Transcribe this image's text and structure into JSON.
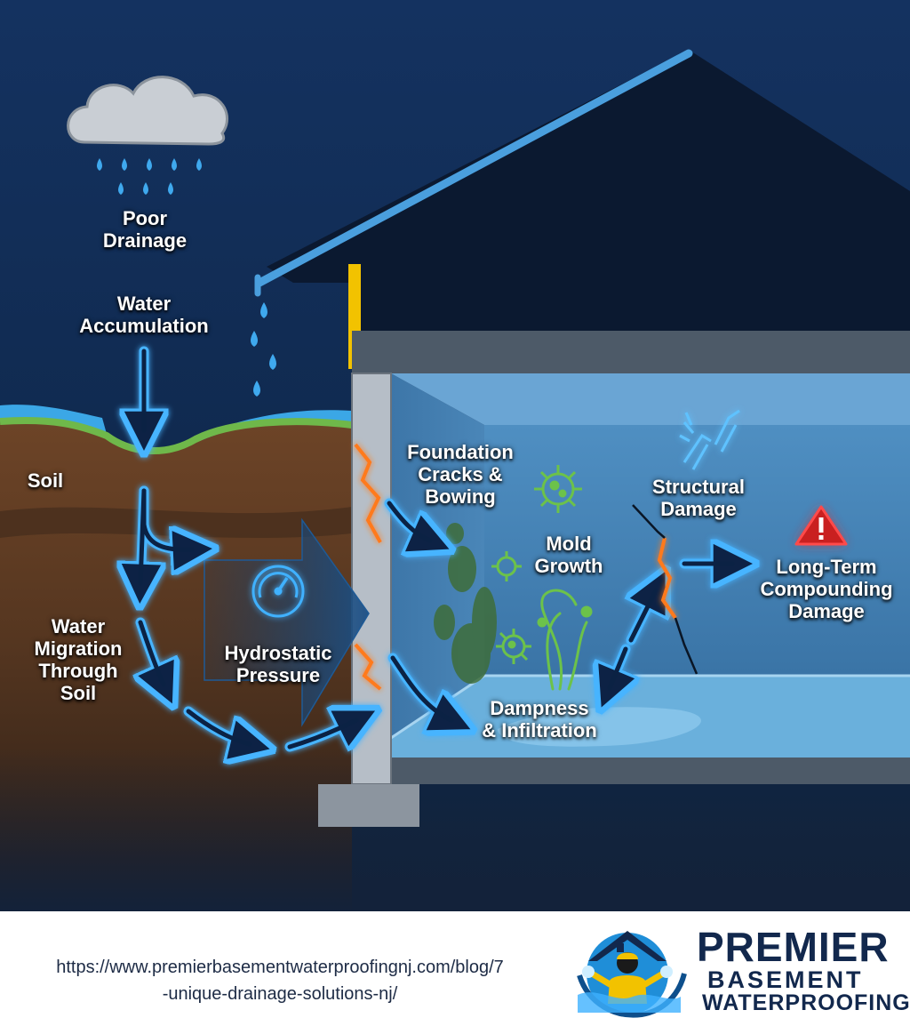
{
  "diagram": {
    "labels": {
      "poor_drainage": [
        "Poor",
        "Drainage"
      ],
      "water_accumulation": [
        "Water",
        "Accumulation"
      ],
      "soil": "Soil",
      "water_migration": [
        "Water",
        "Migration",
        "Through",
        "Soil"
      ],
      "hydrostatic_pressure": [
        "Hydrostatic",
        "Pressure"
      ],
      "foundation_cracks": [
        "Foundation",
        "Cracks &",
        "Bowing"
      ],
      "mold_growth": [
        "Mold",
        "Growth"
      ],
      "structural_damage": [
        "Structural",
        "Damage"
      ],
      "long_term_damage": [
        "Long-Term",
        "Compounding",
        "Damage"
      ],
      "dampness": [
        "Dampness",
        "& Infiltration"
      ]
    },
    "colors": {
      "sky": "#0f2a4e",
      "house_dark": "#0b1930",
      "soil": "#5c3a22",
      "grass": "#6fb84a",
      "water": "#3ba7e6",
      "arrow_glow": "#2ea6ff",
      "crack": "#ff7a1f",
      "mold": "#6cc24a",
      "warning": "#e02b2b",
      "foundation": "#9aa3ad",
      "downspout": "#f2c200"
    }
  },
  "footer": {
    "url_lines": [
      "https://www.premierbasementwaterproofingnj.com/blog/7",
      "-unique-drainage-solutions-nj/"
    ],
    "brand": [
      "PREMIER",
      "BASEMENT",
      "WATERPROOFING"
    ]
  }
}
